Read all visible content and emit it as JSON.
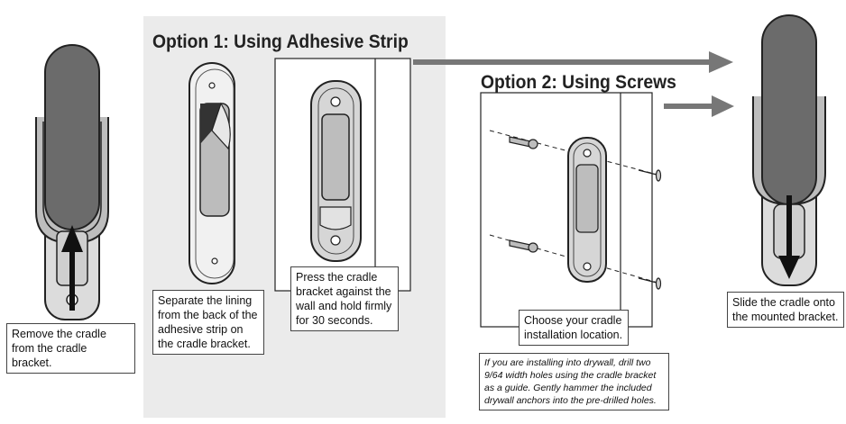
{
  "headings": {
    "option1": "Option 1: Using Adhesive Strip",
    "option2": "Option 2: Using Screws"
  },
  "callouts": {
    "remove": "Remove the cradle from the cradle bracket.",
    "separate": "Separate the lining from the back of the adhesive strip on the cradle bracket.",
    "press": "Press the cradle bracket against the wall and hold firmly for 30 seconds.",
    "choose": "Choose your cradle installation location.",
    "slide": "Slide the cradle onto the mounted bracket."
  },
  "notes": {
    "drywall": "If you are installing into drywall, drill two 9/64 width holes using the cradle bracket as a guide. Gently hammer the included drywall anchors into the pre-drilled holes."
  },
  "colors": {
    "panel": "#ebebeb",
    "arrow": "#777777",
    "cradle": "#6b6b6b",
    "bracket": "#cfcfcf"
  },
  "icons": [
    "cradle-removal-illustration",
    "adhesive-bracket-illustration",
    "wall-pressed-bracket-illustration",
    "screw-mount-illustration",
    "cradle-attached-illustration",
    "flow-arrow-icon"
  ]
}
